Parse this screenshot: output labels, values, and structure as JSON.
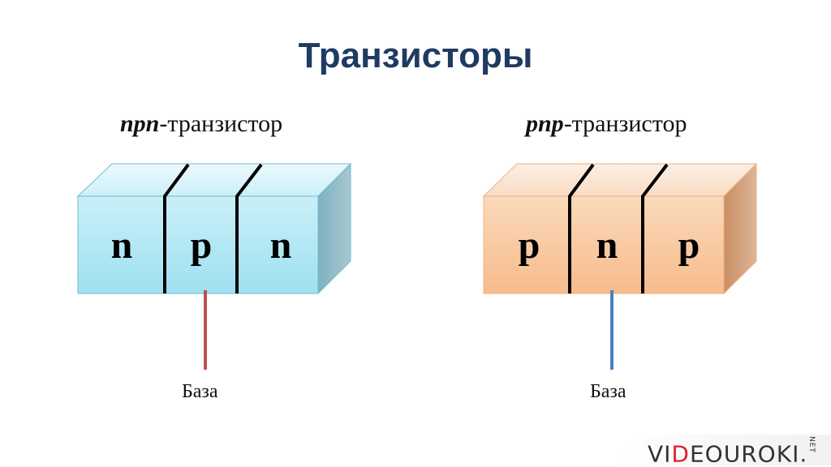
{
  "title": "Транзисторы",
  "left": {
    "subtitle_bold": "npn",
    "subtitle_rest": "-транзистор",
    "layers": [
      "n",
      "p",
      "n"
    ],
    "base_label": "База",
    "front_color": "#a8e4f2",
    "top_color": "#d6f3fb",
    "side_color": "#8ab8c8",
    "lead_color": "#c0504d"
  },
  "right": {
    "subtitle_bold": "pnp",
    "subtitle_rest": "-транзистор",
    "layers": [
      "p",
      "n",
      "p"
    ],
    "base_label": "База",
    "front_color": "#f8c49a",
    "top_color": "#fbe0c8",
    "side_color": "#d9a57c",
    "lead_color": "#4f81bd"
  },
  "logo": {
    "pre": "VI",
    "d": "D",
    "post": "EOUROKI.",
    "net": "NET"
  }
}
